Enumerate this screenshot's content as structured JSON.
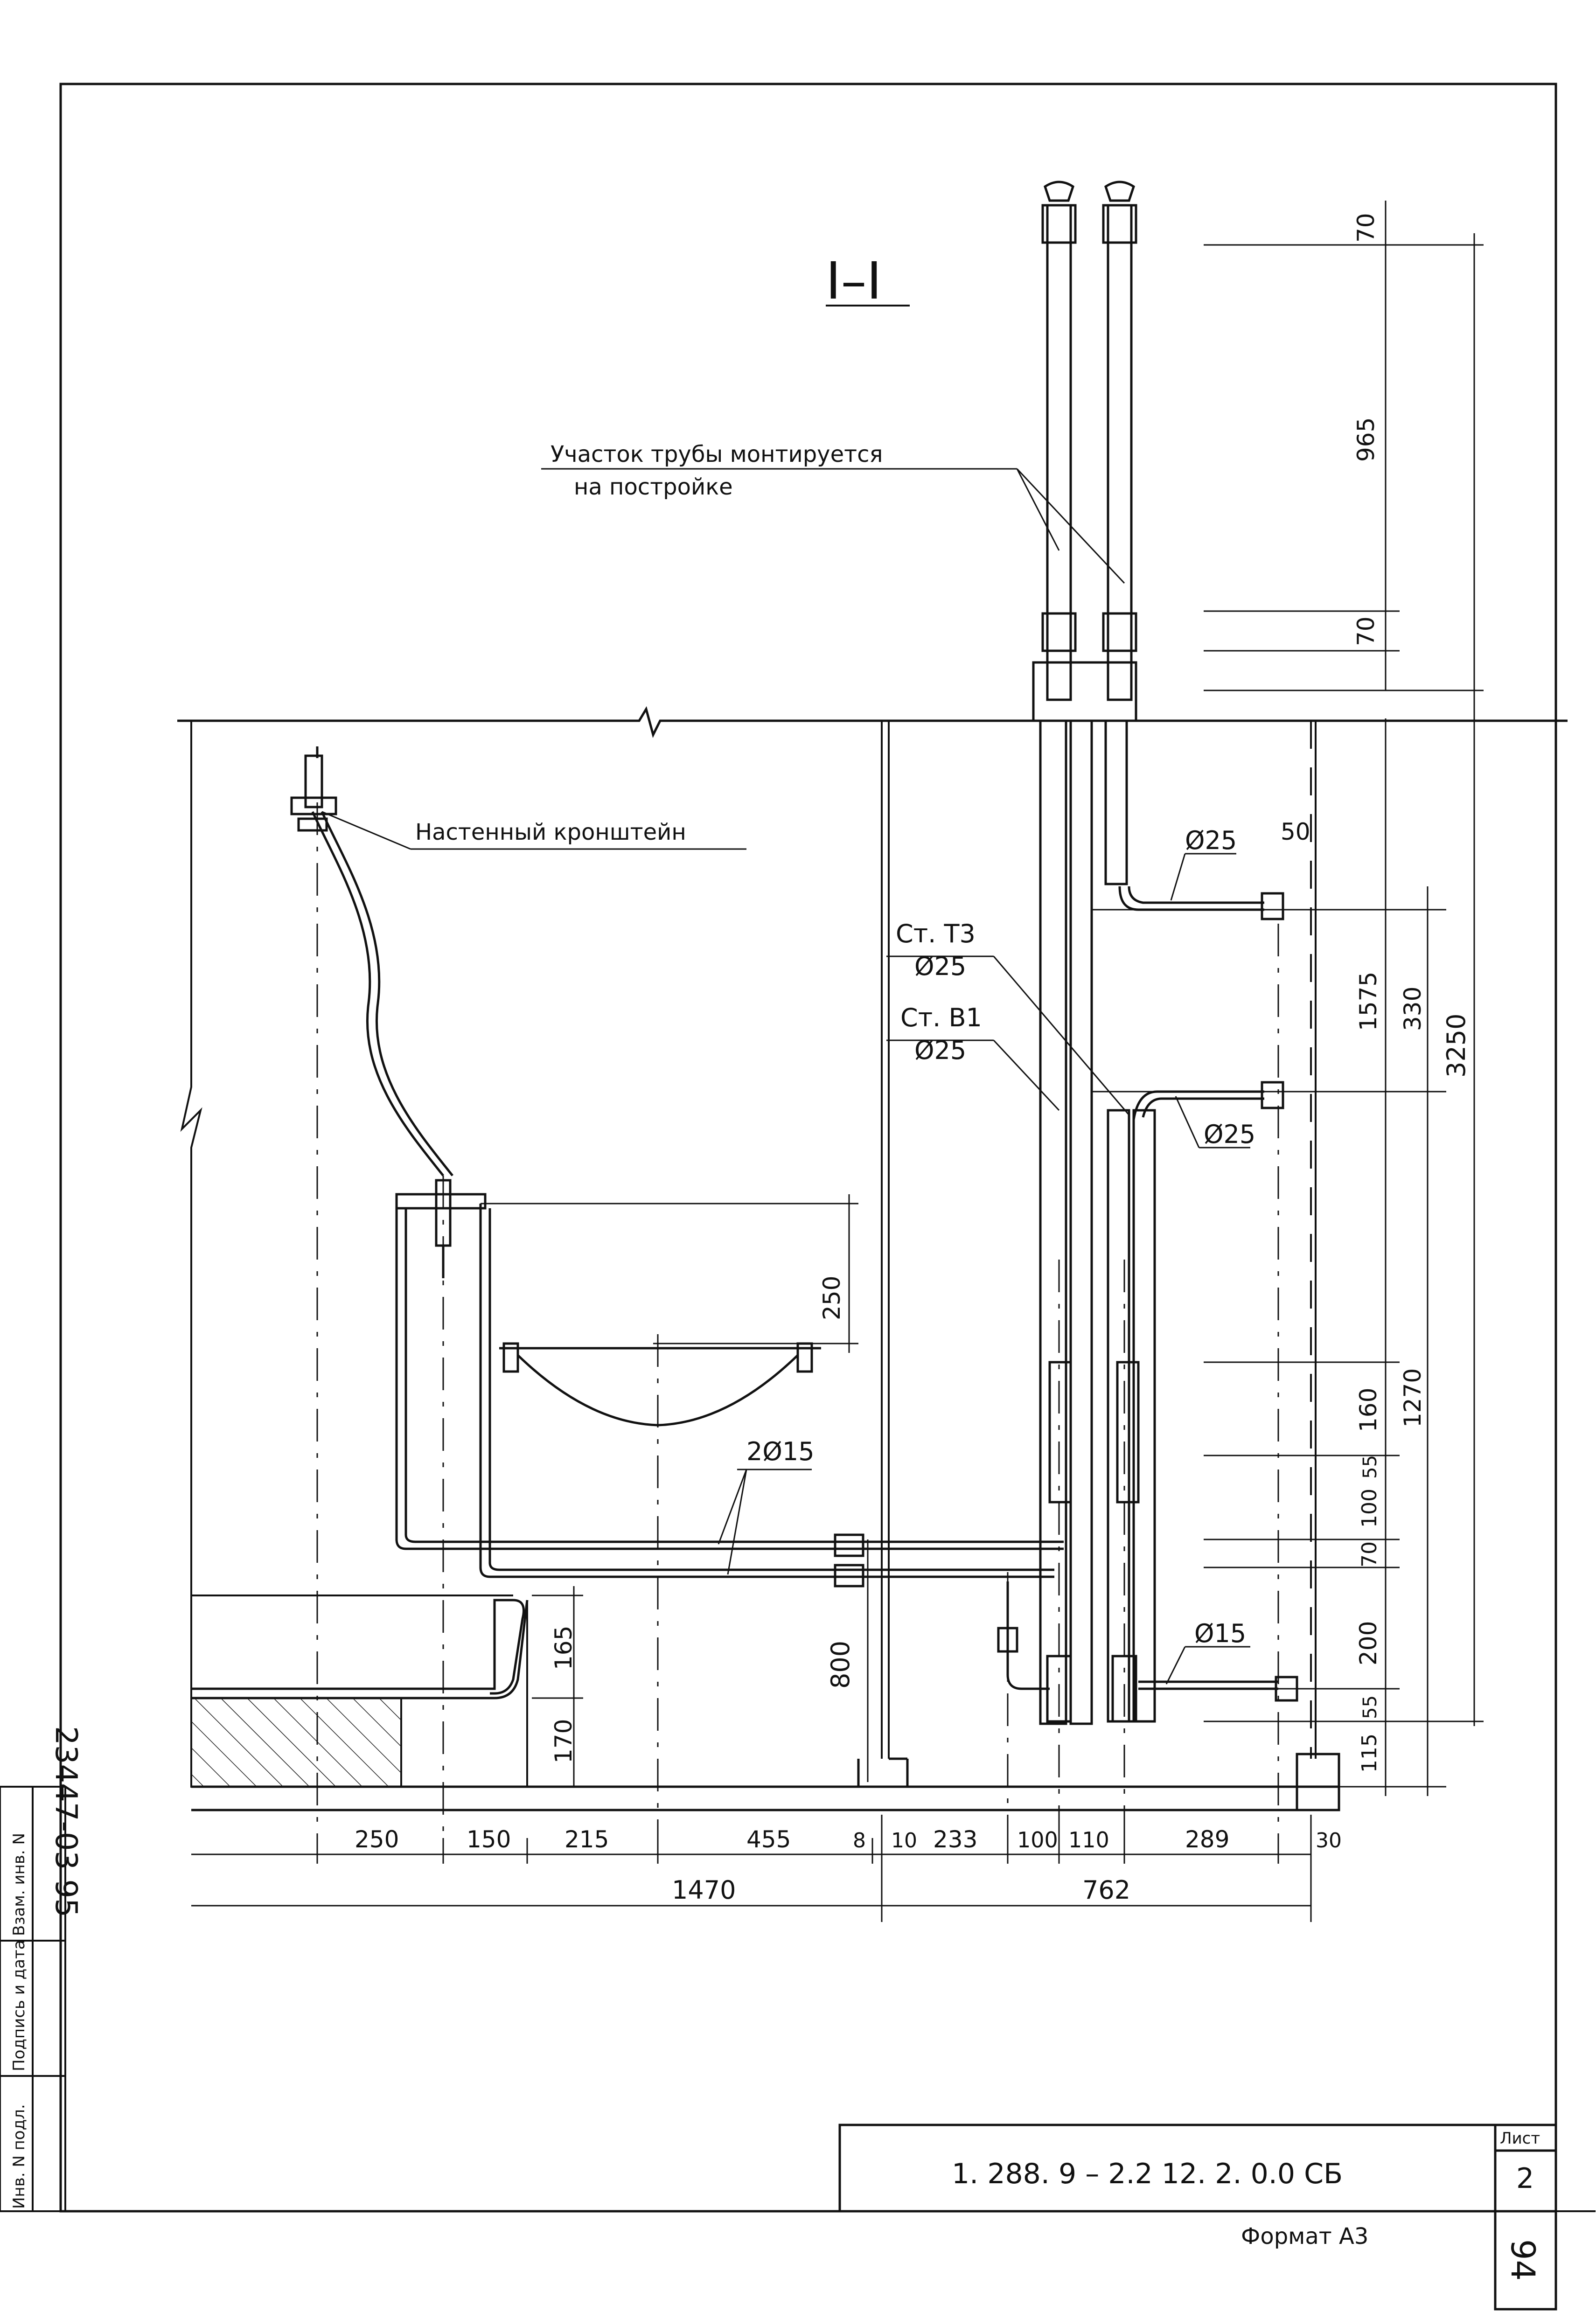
{
  "drawing": {
    "section_title": "I–I",
    "notes": {
      "pipe_segment_line1": "Участок трубы монтируется",
      "pipe_segment_line2": "на постройке",
      "wall_bracket": "Настенный кронштейн"
    },
    "risers": {
      "t3_label": "Ст. Т3",
      "t3_dia": "Ø25",
      "b1_label": "Ст. В1",
      "b1_dia": "Ø25"
    },
    "branch_labels": {
      "top_branch": "Ø25",
      "mid_branch": "Ø25",
      "low_branch": "Ø15",
      "twin_pipes": "2Ø15"
    },
    "dims_right_top": [
      "70",
      "965",
      "70"
    ],
    "dims_right_mid": [
      "50",
      "1575",
      "330",
      "3250"
    ],
    "dims_right_low": [
      "160",
      "1270",
      "55",
      "100",
      "70",
      "200",
      "55",
      "115"
    ],
    "dims_left": [
      "250",
      "165",
      "170",
      "800"
    ],
    "dims_bottom_row1": [
      "250",
      "150",
      "215",
      "455",
      "8",
      "10",
      "233",
      "100",
      "110",
      "289",
      "30"
    ],
    "dims_bottom_row2": [
      "1470",
      "762"
    ]
  },
  "side_stamp": {
    "cells": [
      "Инв. N подл.",
      "Подпись и дата",
      "Взам. инв. N"
    ],
    "code": "23447-03  95"
  },
  "title_block": {
    "doc_number": "1. 288. 9 – 2.2  12. 2. 0.0  СБ",
    "sheet_label": "Лист",
    "sheet_number": "2",
    "format": "Формат А3",
    "page_code": "94"
  }
}
